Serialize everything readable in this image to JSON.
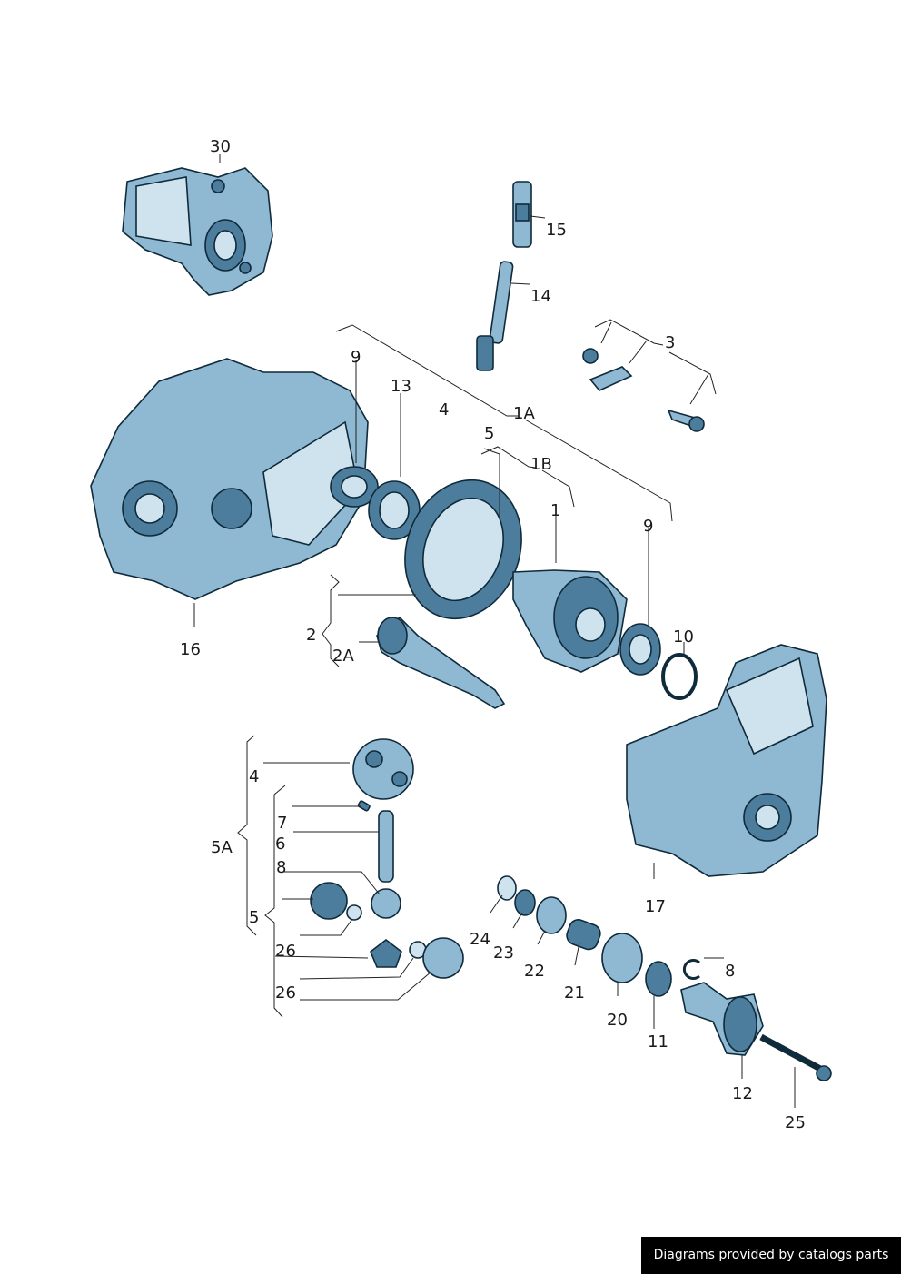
{
  "labels": {
    "l30": "30",
    "l15": "15",
    "l14": "14",
    "l3": "3",
    "l9a": "9",
    "l13": "13",
    "l4a": "4",
    "l1A": "1A",
    "l5a": "5",
    "l1B": "1B",
    "l1": "1",
    "l9b": "9",
    "l10": "10",
    "l16": "16",
    "l2": "2",
    "l2A": "2A",
    "l4b": "4",
    "l7": "7",
    "l6": "6",
    "l5A": "5A",
    "l8a": "8",
    "l5b": "5",
    "l26a": "26",
    "l26b": "26",
    "l17": "17",
    "l24": "24",
    "l23": "23",
    "l22": "22",
    "l21": "21",
    "l20": "20",
    "l8b": "8",
    "l11": "11",
    "l12": "12",
    "l25": "25"
  },
  "credit": "Diagrams provided by catalogs parts",
  "colors": {
    "part_fill": "#8fb8d2",
    "part_dark": "#4d7d9c",
    "outline": "#0f2a3a"
  }
}
